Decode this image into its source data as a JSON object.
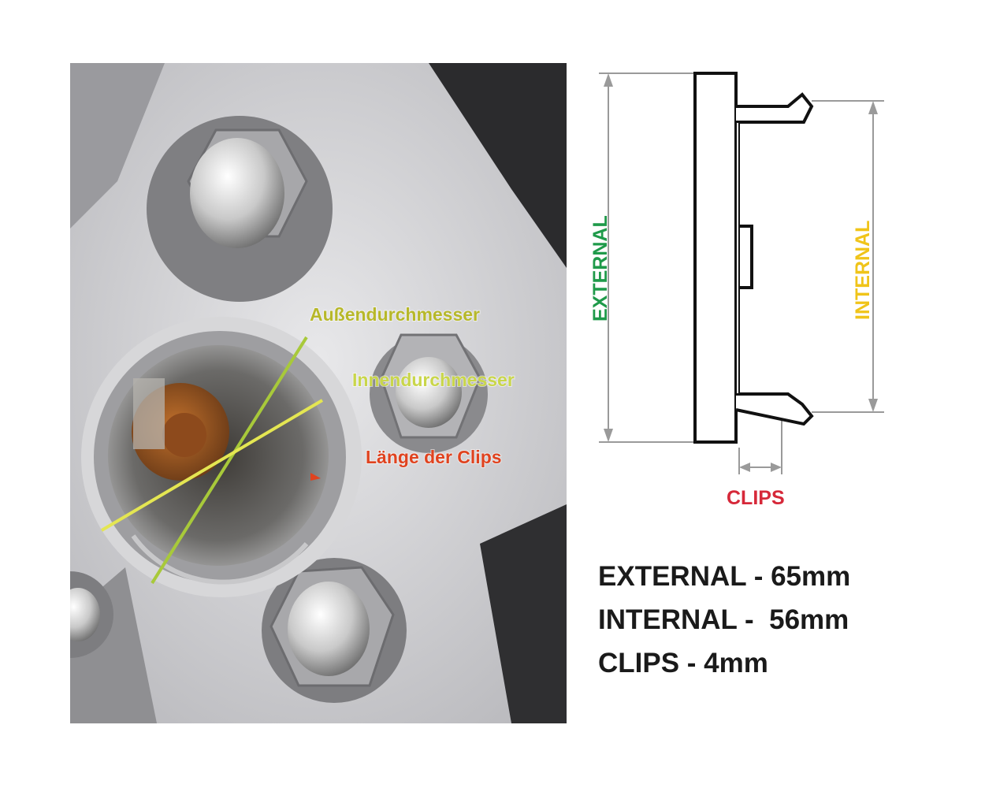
{
  "photo": {
    "labels": {
      "outer": "Außendurchmesser",
      "inner": "Innendurchmesser",
      "clips": "Länge der Clips"
    },
    "colors": {
      "outer": "#b7b82a",
      "inner": "#c9d64a",
      "clips": "#e0431f",
      "line_outer": "#a8c93a",
      "line_inner": "#e4e652"
    }
  },
  "diagram": {
    "external_label": "EXTERNAL",
    "internal_label": "INTERNAL",
    "clips_label": "CLIPS",
    "colors": {
      "external": "#1f9a4a",
      "internal": "#f0c419",
      "clips": "#d62839",
      "dimension": "#9a9a9a"
    }
  },
  "specs": [
    {
      "text": "EXTERNAL - 65mm",
      "label": "EXTERNAL",
      "value_mm": 65
    },
    {
      "text": "INTERNAL -  56mm",
      "label": "INTERNAL",
      "value_mm": 56
    },
    {
      "text": "CLIPS - 4mm",
      "label": "CLIPS",
      "value_mm": 4
    }
  ]
}
